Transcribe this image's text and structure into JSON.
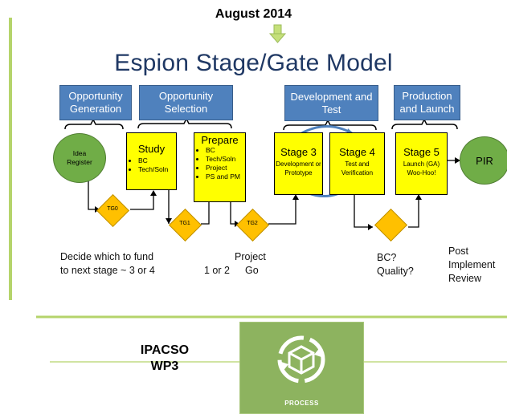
{
  "date_label": "August 2014",
  "title": "Espion Stage/Gate Model",
  "headers": {
    "opportunity_generation": "Opportunity Generation",
    "opportunity_selection": "Opportunity Selection",
    "development_test": "Development and Test",
    "production_launch": "Production and Launch"
  },
  "idea": "Idea Register",
  "study": {
    "title": "Study",
    "items": [
      "BC",
      "Tech/Soln"
    ]
  },
  "prepare": {
    "title": "Prepare",
    "items": [
      "BC",
      "Tech/Soln",
      "Project",
      "PS and PM"
    ]
  },
  "stage3": {
    "title": "Stage 3",
    "sub": "Development or Prototype"
  },
  "stage4": {
    "title": "Stage 4",
    "sub": "Test and Verification"
  },
  "stage5": {
    "title": "Stage 5",
    "sub": "Launch (GA) Woo-Hoo!"
  },
  "pir": "PIR",
  "gates": {
    "tg0": "TG0",
    "tg1": "TG1",
    "tg2": "TG2"
  },
  "notes": {
    "decide_line1": "Decide which to fund",
    "decide_line2": "to next stage ~ 3 or 4",
    "one_or_two": "1 or 2",
    "project_line1": "Project",
    "project_line2": "Go",
    "bc_line1": "BC?",
    "bc_line2": "Quality?",
    "post_line1": "Post",
    "post_line2": "Implement",
    "post_line3": "Review"
  },
  "footer": {
    "ipacso_line1": "IPACSO",
    "ipacso_line2": "WP3",
    "process_label": "PROCESS"
  },
  "colors": {
    "header_blue": "#4f81bd",
    "stage_yellow": "#ffff00",
    "gate_orange": "#ffc000",
    "circle_green": "#70ad47",
    "accent_green": "#b5d46b",
    "tile_green": "#8db35f"
  }
}
